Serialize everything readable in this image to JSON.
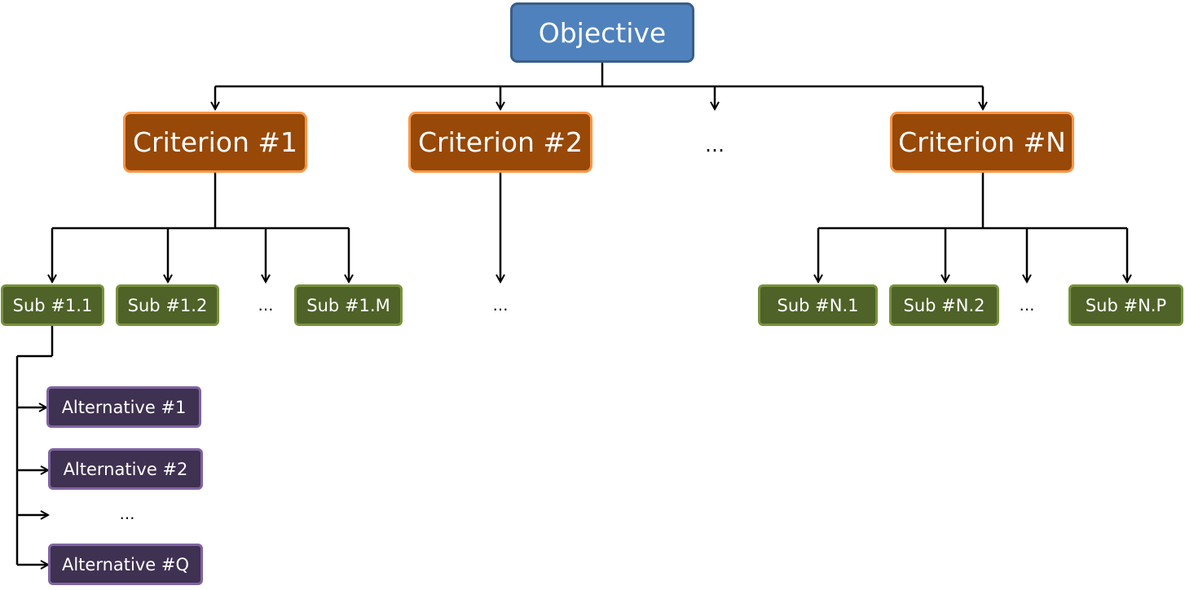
{
  "objective": "Objective",
  "criteria": [
    "Criterion #1",
    "Criterion #2",
    "Criterion #N"
  ],
  "criteria_ellipsis": "…",
  "subs_criterion_1": [
    "Sub #1.1",
    "Sub #1.2",
    "Sub #1.M"
  ],
  "subs_criterion_2_ellipsis": "…",
  "subs_criterion_n": [
    "Sub #N.1",
    "Sub #N.2",
    "Sub #N.P"
  ],
  "sub_ellipsis": "…",
  "alternatives": [
    "Alternative #1",
    "Alternative #2",
    "Alternative #Q"
  ],
  "alternatives_ellipsis": "…",
  "colors": {
    "objective_fill": "#4f81bd",
    "criterion_fill": "#984807",
    "sub_fill": "#4f6228",
    "alternative_fill": "#3f3151"
  }
}
